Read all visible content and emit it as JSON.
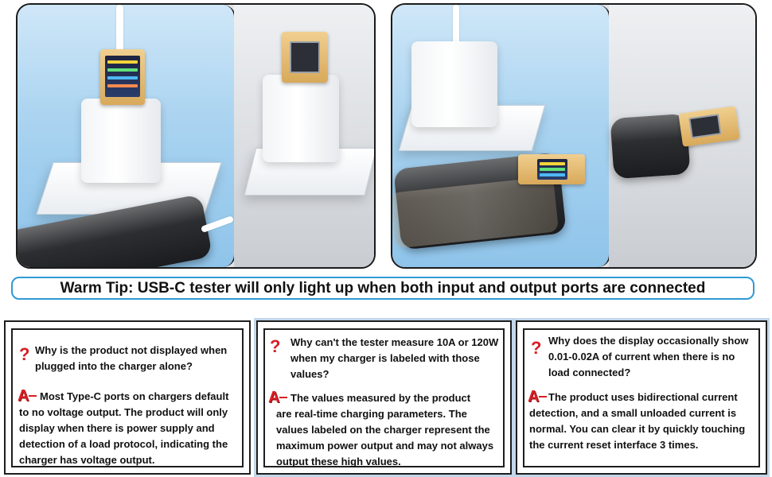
{
  "photos": {
    "left": {
      "tester_display": "lit",
      "scene": "charger-only-and-phone-connected"
    },
    "right": {
      "tester_display": "lit",
      "scene": "tester-between-charger-and-phone"
    }
  },
  "warm_tip": {
    "text": "Warm Tip: USB-C tester will only light up when both input and output ports are connected",
    "border_color": "#2f9ad6"
  },
  "faq": [
    {
      "question": "Why is the product not displayed when plugged into the charger alone?",
      "answer_lead": "Most Type-C ports on chargers default",
      "answer_rest": "to no voltage output. The product will only display when there is power supply and detection of a load protocol, indicating the charger has voltage output."
    },
    {
      "question": "Why can't the tester measure 10A or 120W when my charger is labeled with those values?",
      "answer_lead": "The values measured by the product",
      "answer_rest": "are real-time charging parameters. The values labeled on the charger represent the maximum power output and may not always output these high values."
    },
    {
      "question": "Why does the display occasionally show 0.01-0.02A of current when there is no load connected?",
      "answer_lead": "The product uses bidirectional current",
      "answer_rest": "detection, and a small unloaded current is normal. You can clear it by quickly touching the current reset interface 3 times."
    }
  ],
  "icons": {
    "question": "question-mark-icon",
    "answer": "answer-a-icon",
    "accent": "#d81f26"
  },
  "marks": {
    "question": "?",
    "answer": "A"
  }
}
